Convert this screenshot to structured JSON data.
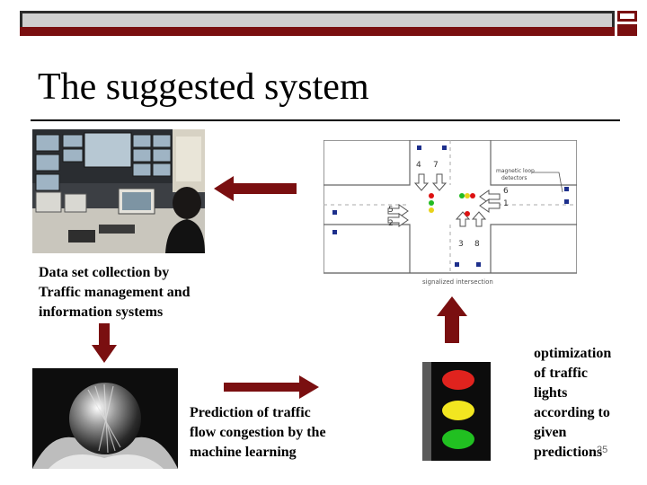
{
  "slide": {
    "title": "The suggested system",
    "captions": {
      "data_collection": [
        "Data set collection by",
        "Traffic management and",
        "information systems"
      ],
      "prediction": [
        "Prediction of  traffic",
        "flow congestion by the",
        "machine learning"
      ],
      "optimization": [
        "optimization",
        "of traffic",
        "lights",
        "according to",
        "given",
        "predictions"
      ]
    },
    "slide_number": "25",
    "diagram_labels": {
      "detector_note": [
        "magnetic loop",
        "detectors"
      ],
      "lane_numbers": [
        "4",
        "7",
        "5",
        "2",
        "6",
        "1",
        "3",
        "8"
      ],
      "intersection_caption": "signalized intersection"
    }
  },
  "colors": {
    "arrow": "#7a0f10",
    "stripe": "#7a0f10",
    "light_red": "#e0231e",
    "light_yellow": "#f2e620",
    "light_green": "#21c021"
  }
}
